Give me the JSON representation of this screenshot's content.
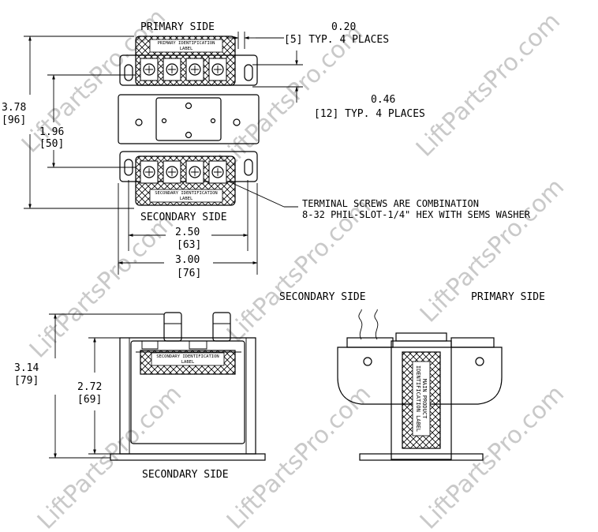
{
  "watermark": "LiftPartsPro.com",
  "top_view": {
    "primary_side_label": "PRIMARY SIDE",
    "primary_id_label_line1": "PRIMARY IDENTIFICATION",
    "primary_id_label_line2": "LABEL",
    "secondary_side_label": "SECONDARY SIDE",
    "secondary_id_label_line1": "SECONDARY IDENTIFICATION",
    "secondary_id_label_line2": "LABEL",
    "dim_020": "0.20",
    "dim_020_note": "[5] TYP. 4 PLACES",
    "dim_046": "0.46",
    "dim_046_note": "[12] TYP. 4 PLACES",
    "dim_378": "3.78",
    "dim_378_mm": "[96]",
    "dim_196": "1.96",
    "dim_196_mm": "[50]",
    "dim_250": "2.50",
    "dim_250_mm": "[63]",
    "dim_300": "3.00",
    "dim_300_mm": "[76]",
    "terminal_note_line1": "TERMINAL SCREWS ARE COMBINATION",
    "terminal_note_line2": "8-32 PHIL-SLOT-1/4\" HEX WITH SEMS WASHER"
  },
  "front_view": {
    "dim_314": "3.14",
    "dim_314_mm": "[79]",
    "dim_272": "2.72",
    "dim_272_mm": "[69]",
    "secondary_id_label_line1": "SECONDARY IDENTIFICATION",
    "secondary_id_label_line2": "LABEL",
    "bottom_label": "SECONDARY SIDE"
  },
  "side_view": {
    "left_label": "SECONDARY SIDE",
    "right_label": "PRIMARY SIDE",
    "main_label_line1": "MAIN PRODUCT",
    "main_label_line2": "IDENTIFICATION LABEL"
  }
}
